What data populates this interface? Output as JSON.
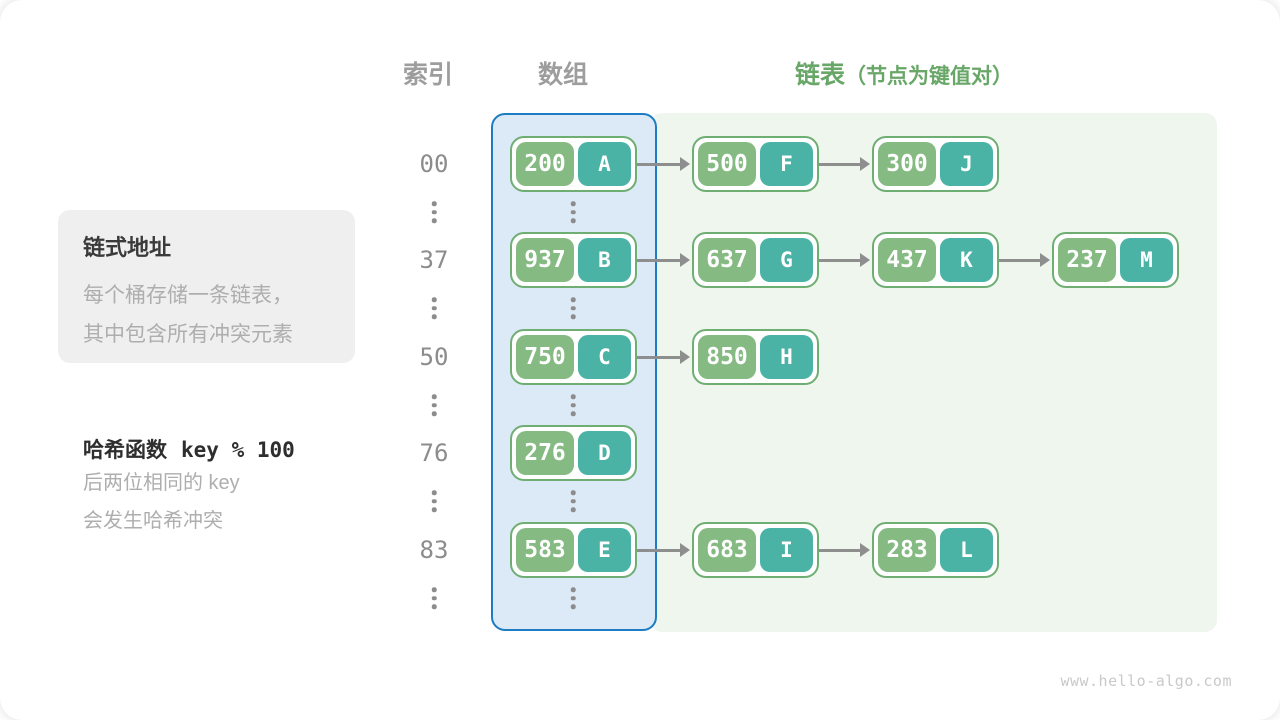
{
  "page": {
    "footer": "www.hello-algo.com"
  },
  "headers": {
    "index": "索引",
    "array": "数组",
    "list": "链表",
    "list_note": "（节点为键值对）"
  },
  "info_box": {
    "title": "链式地址",
    "line1": "每个桶存储一条链表，",
    "line2": "其中包含所有冲突元素"
  },
  "hash_note": {
    "title": "哈希函数",
    "formula": "key % 100",
    "line1": "后两位相同的 key",
    "line2": "会发生哈希冲突"
  },
  "rows": [
    {
      "index": "00",
      "bucket": {
        "key": "200",
        "val": "A"
      },
      "chain": [
        {
          "key": "500",
          "val": "F"
        },
        {
          "key": "300",
          "val": "J"
        }
      ]
    },
    {
      "index": "37",
      "bucket": {
        "key": "937",
        "val": "B"
      },
      "chain": [
        {
          "key": "637",
          "val": "G"
        },
        {
          "key": "437",
          "val": "K"
        },
        {
          "key": "237",
          "val": "M"
        }
      ]
    },
    {
      "index": "50",
      "bucket": {
        "key": "750",
        "val": "C"
      },
      "chain": [
        {
          "key": "850",
          "val": "H"
        }
      ]
    },
    {
      "index": "76",
      "bucket": {
        "key": "276",
        "val": "D"
      },
      "chain": []
    },
    {
      "index": "83",
      "bucket": {
        "key": "583",
        "val": "E"
      },
      "chain": [
        {
          "key": "683",
          "val": "I"
        },
        {
          "key": "283",
          "val": "L"
        }
      ]
    }
  ],
  "colors": {
    "key_green": "#85ba82",
    "val_teal": "#4bb2a6",
    "node_border": "#6fae73",
    "array_fill": "#dbeaf6",
    "array_border": "#1e7cc2",
    "list_fill": "#eef6ee",
    "arrow": "#8e8e8e",
    "accent_green": "#68a768"
  }
}
